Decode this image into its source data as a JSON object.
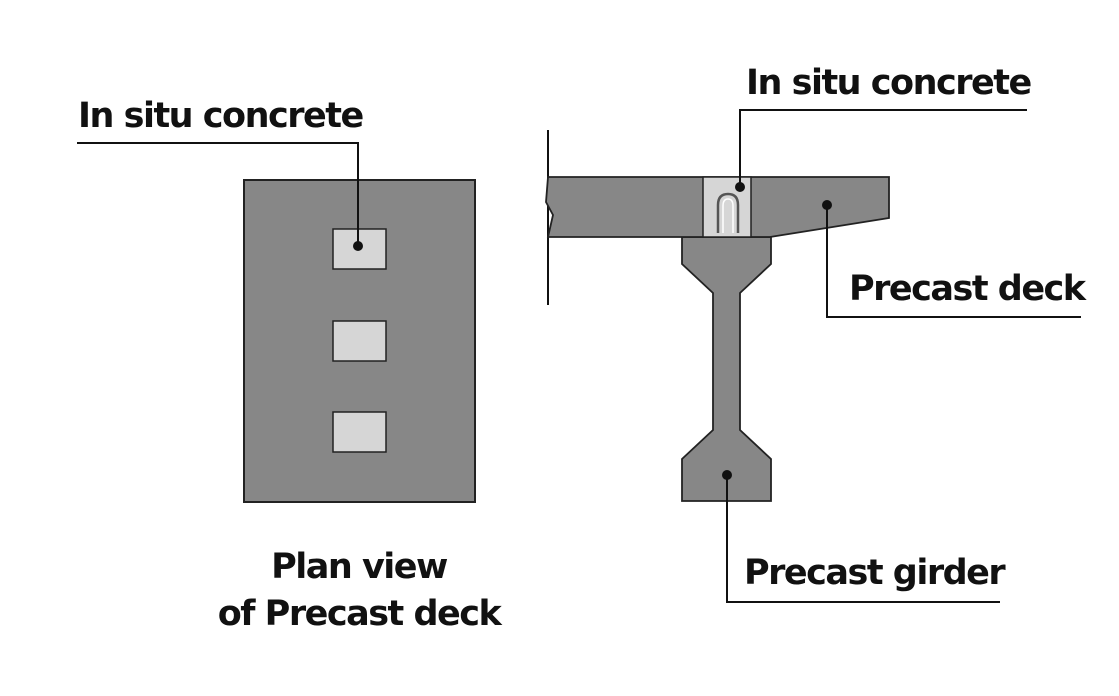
{
  "labels": {
    "plan_in_situ": "In situ concrete",
    "section_in_situ": "In situ concrete",
    "precast_deck": "Precast deck",
    "precast_girder": "Precast girder",
    "plan_caption_line1": "Plan view",
    "plan_caption_line2": "of Precast deck"
  },
  "colors": {
    "precast": "#878787",
    "in_situ": "#d6d6d6",
    "outline": "#222222",
    "text": "#111111",
    "background": "#ffffff"
  }
}
